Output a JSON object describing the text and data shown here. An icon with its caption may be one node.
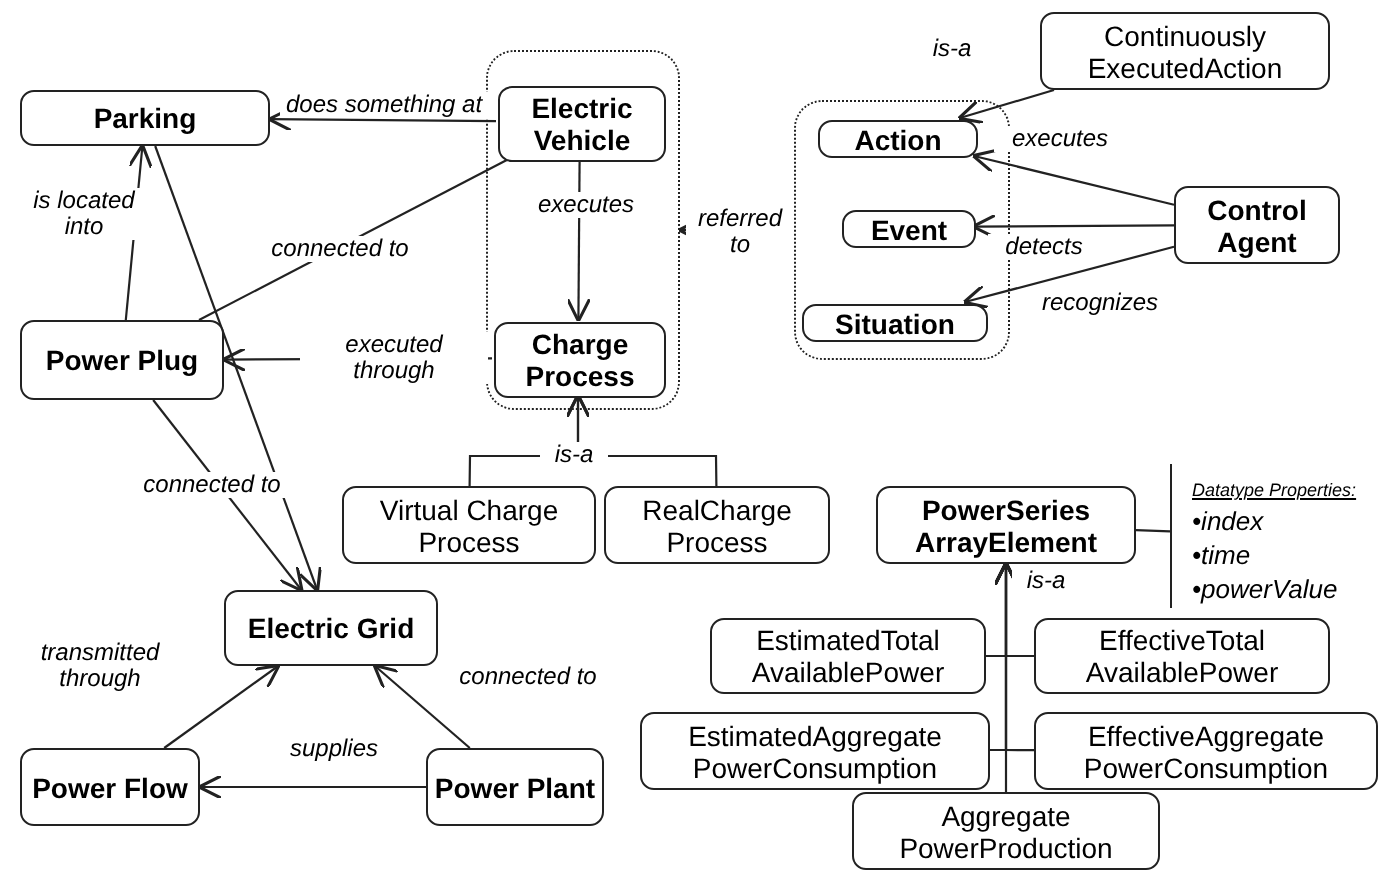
{
  "diagram": {
    "nodes": [
      {
        "text": [
          "Parking"
        ]
      },
      {
        "text": [],
        "shape": "box"
      },
      {
        "text": [
          "Electric Vehicle"
        ],
        "in": 1
      },
      {
        "text": [
          "Charge Process"
        ],
        "in": 1
      },
      {
        "text": [
          "Power Plug"
        ]
      },
      {
        "text": [],
        "shape": "box"
      },
      {
        "text": [
          "Action"
        ],
        "in": 5
      },
      {
        "text": [
          "Event"
        ],
        "in": 5
      },
      {
        "text": [
          "Situation"
        ],
        "in": 5
      },
      {
        "text": [
          "Continuously ExecutedAction"
        ]
      },
      {
        "text": [
          "Control Agent"
        ]
      },
      {
        "text": [
          "Virtual Charge Process"
        ]
      },
      {
        "text": [
          "RealCharge Process"
        ]
      },
      {
        "text": [
          "Electric Grid"
        ]
      },
      {
        "text": [
          "Power Flow"
        ]
      },
      {
        "text": [
          "Power Plant"
        ]
      },
      {
        "text": [
          "PowerSeries ArrayElement"
        ]
      },
      {
        "text": [
          "Datatype Properties:",
          "•index",
          "•time",
          "•powerValue"
        ]
      },
      {
        "text": [
          "EstimatedTotal AvailablePower"
        ]
      },
      {
        "text": [
          "EffectiveTotal AvailablePower"
        ]
      },
      {
        "text": [
          "EstimatedAggregate PowerConsumption"
        ]
      },
      {
        "text": [
          "EffectiveAggregate PowerConsumption"
        ]
      },
      {
        "text": [
          "Aggregate PowerProduction"
        ]
      }
    ],
    "edges": [
      {
        "from": 2,
        "to": 0,
        "arrow": "to",
        "label": "does something at"
      },
      {
        "from": 2,
        "to": 4,
        "arrow": "none",
        "label": "connected to"
      },
      {
        "from": 4,
        "to": 0,
        "arrow": "to",
        "label": "is located into"
      },
      {
        "from": 3,
        "to": 4,
        "arrow": "to",
        "label": "executed through"
      },
      {
        "from": 2,
        "to": 3,
        "arrow": "to",
        "label": "executes"
      },
      {
        "from": 5,
        "to": 1,
        "arrow": "to",
        "label": "referred to"
      },
      {
        "from": 9,
        "to": 6,
        "arrow": "to",
        "label": "is-a"
      },
      {
        "from": 10,
        "to": 6,
        "arrow": "to",
        "label": "executes"
      },
      {
        "from": 10,
        "to": 7,
        "arrow": "to",
        "label": "detects"
      },
      {
        "from": 10,
        "to": 8,
        "arrow": "to",
        "label": "recognizes"
      },
      {
        "from": 11,
        "to": 3,
        "arrow": "to",
        "label": "is-a"
      },
      {
        "from": 12,
        "to": 3,
        "arrow": "to"
      },
      {
        "from": 0,
        "to": 13,
        "arrow": "to",
        "label": "connected to"
      },
      {
        "from": 4,
        "to": 13,
        "arrow": "to"
      },
      {
        "from": 14,
        "to": 13,
        "arrow": "to",
        "label": "transmitted through"
      },
      {
        "from": 15,
        "to": 13,
        "arrow": "to",
        "label": "connected to"
      },
      {
        "from": 15,
        "to": 14,
        "arrow": "to",
        "label": "supplies"
      },
      {
        "from": 18,
        "to": 16,
        "arrow": "to",
        "label": "is-a"
      },
      {
        "from": 19,
        "to": 16,
        "arrow": "to"
      },
      {
        "from": 20,
        "to": 16,
        "arrow": "to"
      },
      {
        "from": 21,
        "to": 16,
        "arrow": "to"
      },
      {
        "from": 22,
        "to": 16,
        "arrow": "to"
      },
      {
        "from": 16,
        "to": 17,
        "arrow": "none"
      }
    ]
  }
}
